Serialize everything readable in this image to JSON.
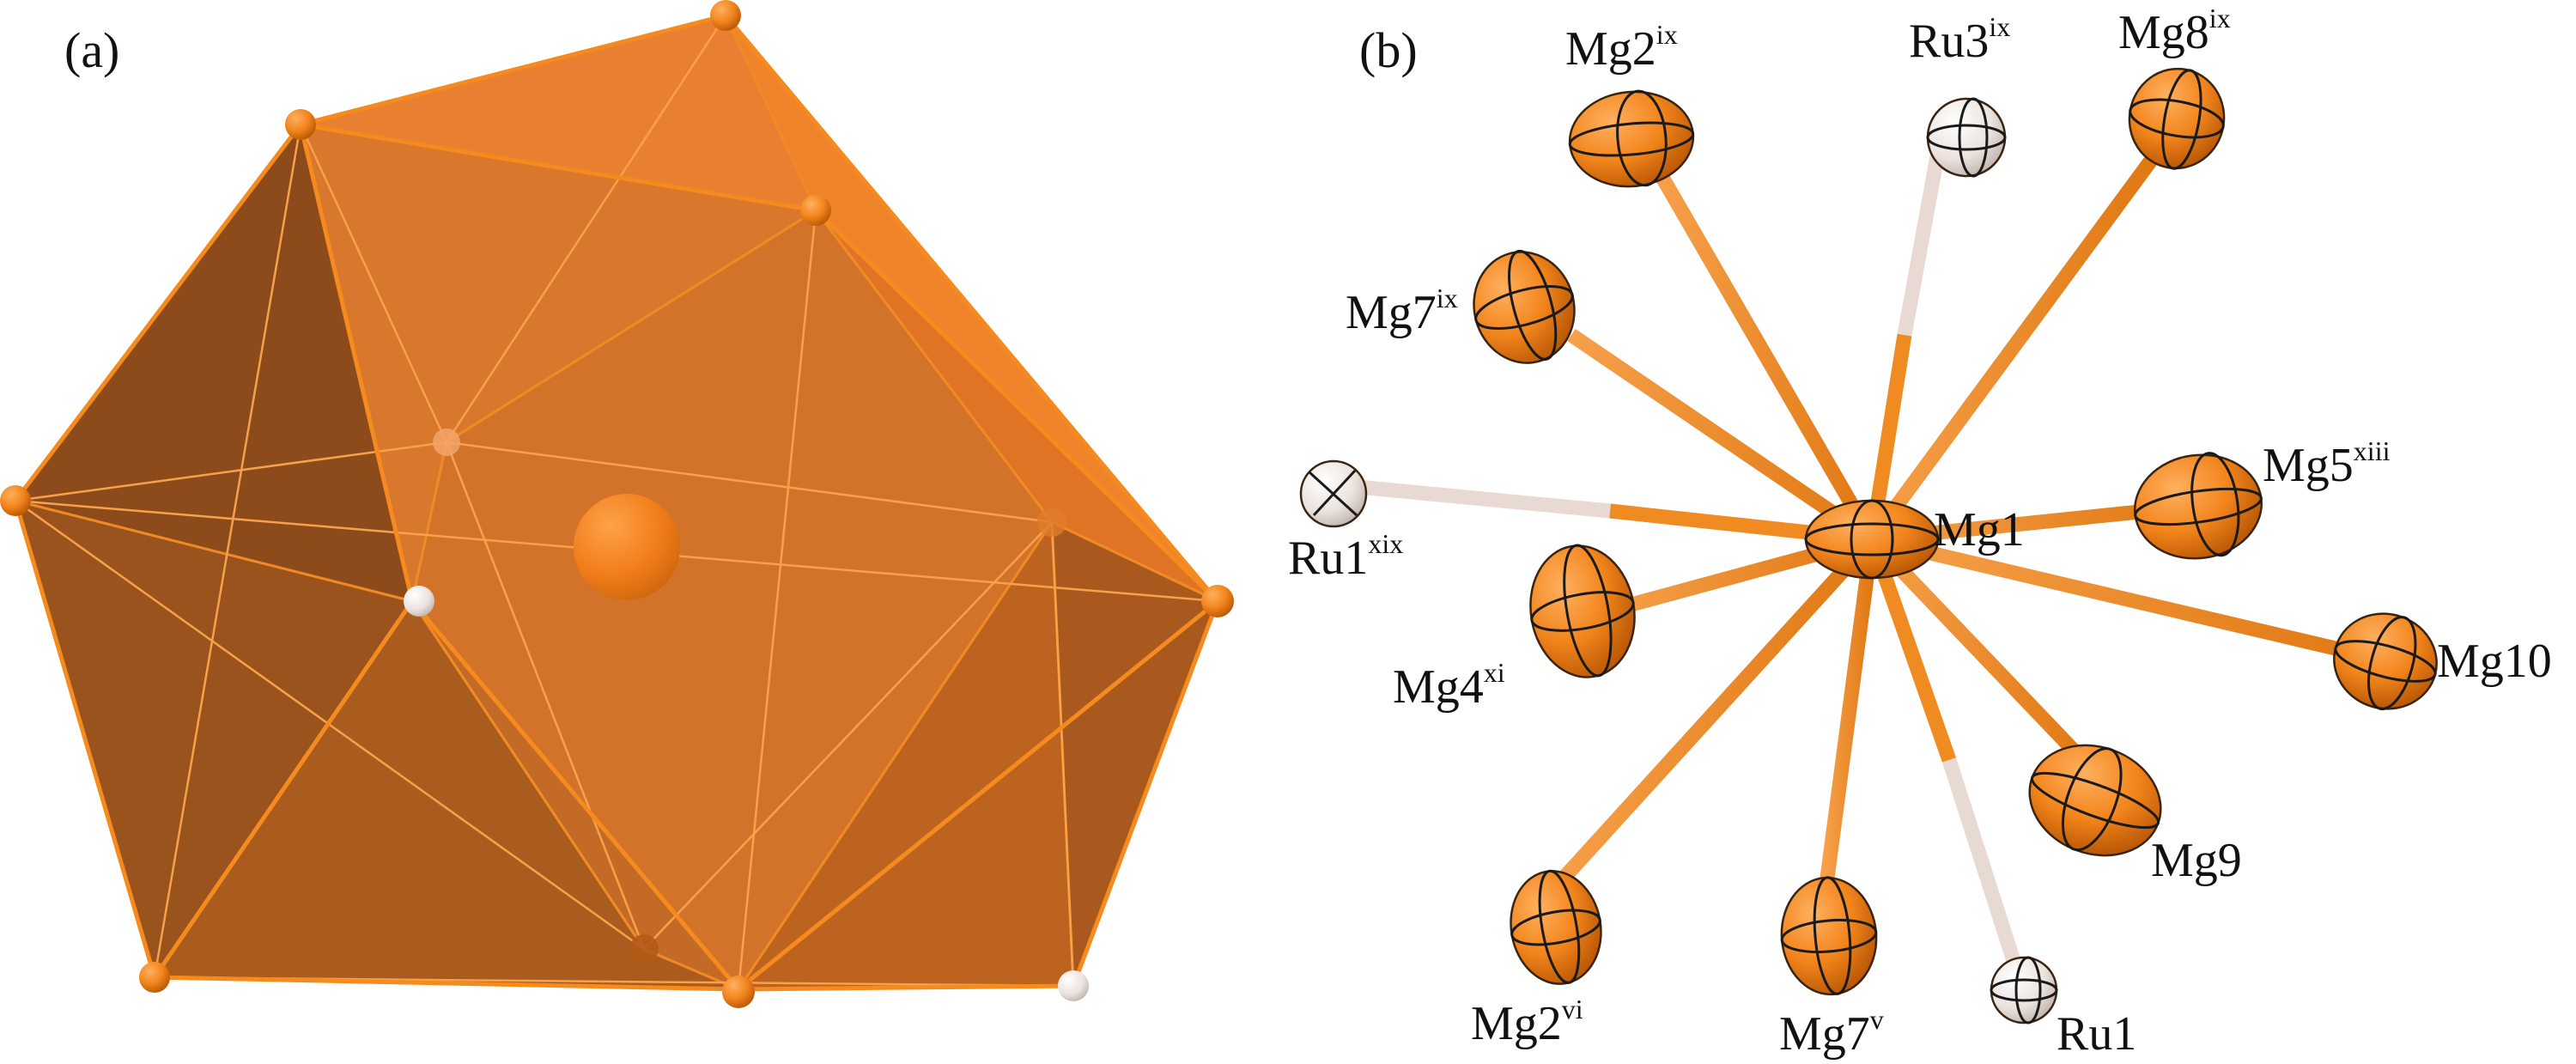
{
  "colors": {
    "mg": "#f2851c",
    "mg_dark": "#c95f06",
    "ru": "#efe6e2",
    "ru_dark": "#bdb1ab",
    "bond_mg": "#f08b22",
    "bond_ru": "#e8d9d2",
    "poly_light": "#ef8a2c",
    "poly_dark": "#8c4a1d"
  },
  "panel_a": {
    "label": "(a)"
  },
  "panel_b": {
    "label": "(b)",
    "center": {
      "name": "Mg1",
      "sup": ""
    },
    "neighbors": [
      {
        "id": "mg2ix",
        "name": "Mg2",
        "sup": "ix",
        "element": "Mg"
      },
      {
        "id": "ru3ix",
        "name": "Ru3",
        "sup": "ix",
        "element": "Ru"
      },
      {
        "id": "mg8ix",
        "name": "Mg8",
        "sup": "ix",
        "element": "Mg"
      },
      {
        "id": "mg7ix",
        "name": "Mg7",
        "sup": "ix",
        "element": "Mg"
      },
      {
        "id": "mg5xiii",
        "name": "Mg5",
        "sup": "xiii",
        "element": "Mg"
      },
      {
        "id": "ru1xix",
        "name": "Ru1",
        "sup": "xix",
        "element": "Ru"
      },
      {
        "id": "mg4xi",
        "name": "Mg4",
        "sup": "xi",
        "element": "Mg"
      },
      {
        "id": "mg10",
        "name": "Mg10",
        "sup": "",
        "element": "Mg"
      },
      {
        "id": "mg9",
        "name": "Mg9",
        "sup": "",
        "element": "Mg"
      },
      {
        "id": "mg2vi",
        "name": "Mg2",
        "sup": "vi",
        "element": "Mg"
      },
      {
        "id": "mg7v",
        "name": "Mg7",
        "sup": "v",
        "element": "Mg"
      },
      {
        "id": "ru1",
        "name": "Ru1",
        "sup": "",
        "element": "Ru"
      }
    ]
  }
}
